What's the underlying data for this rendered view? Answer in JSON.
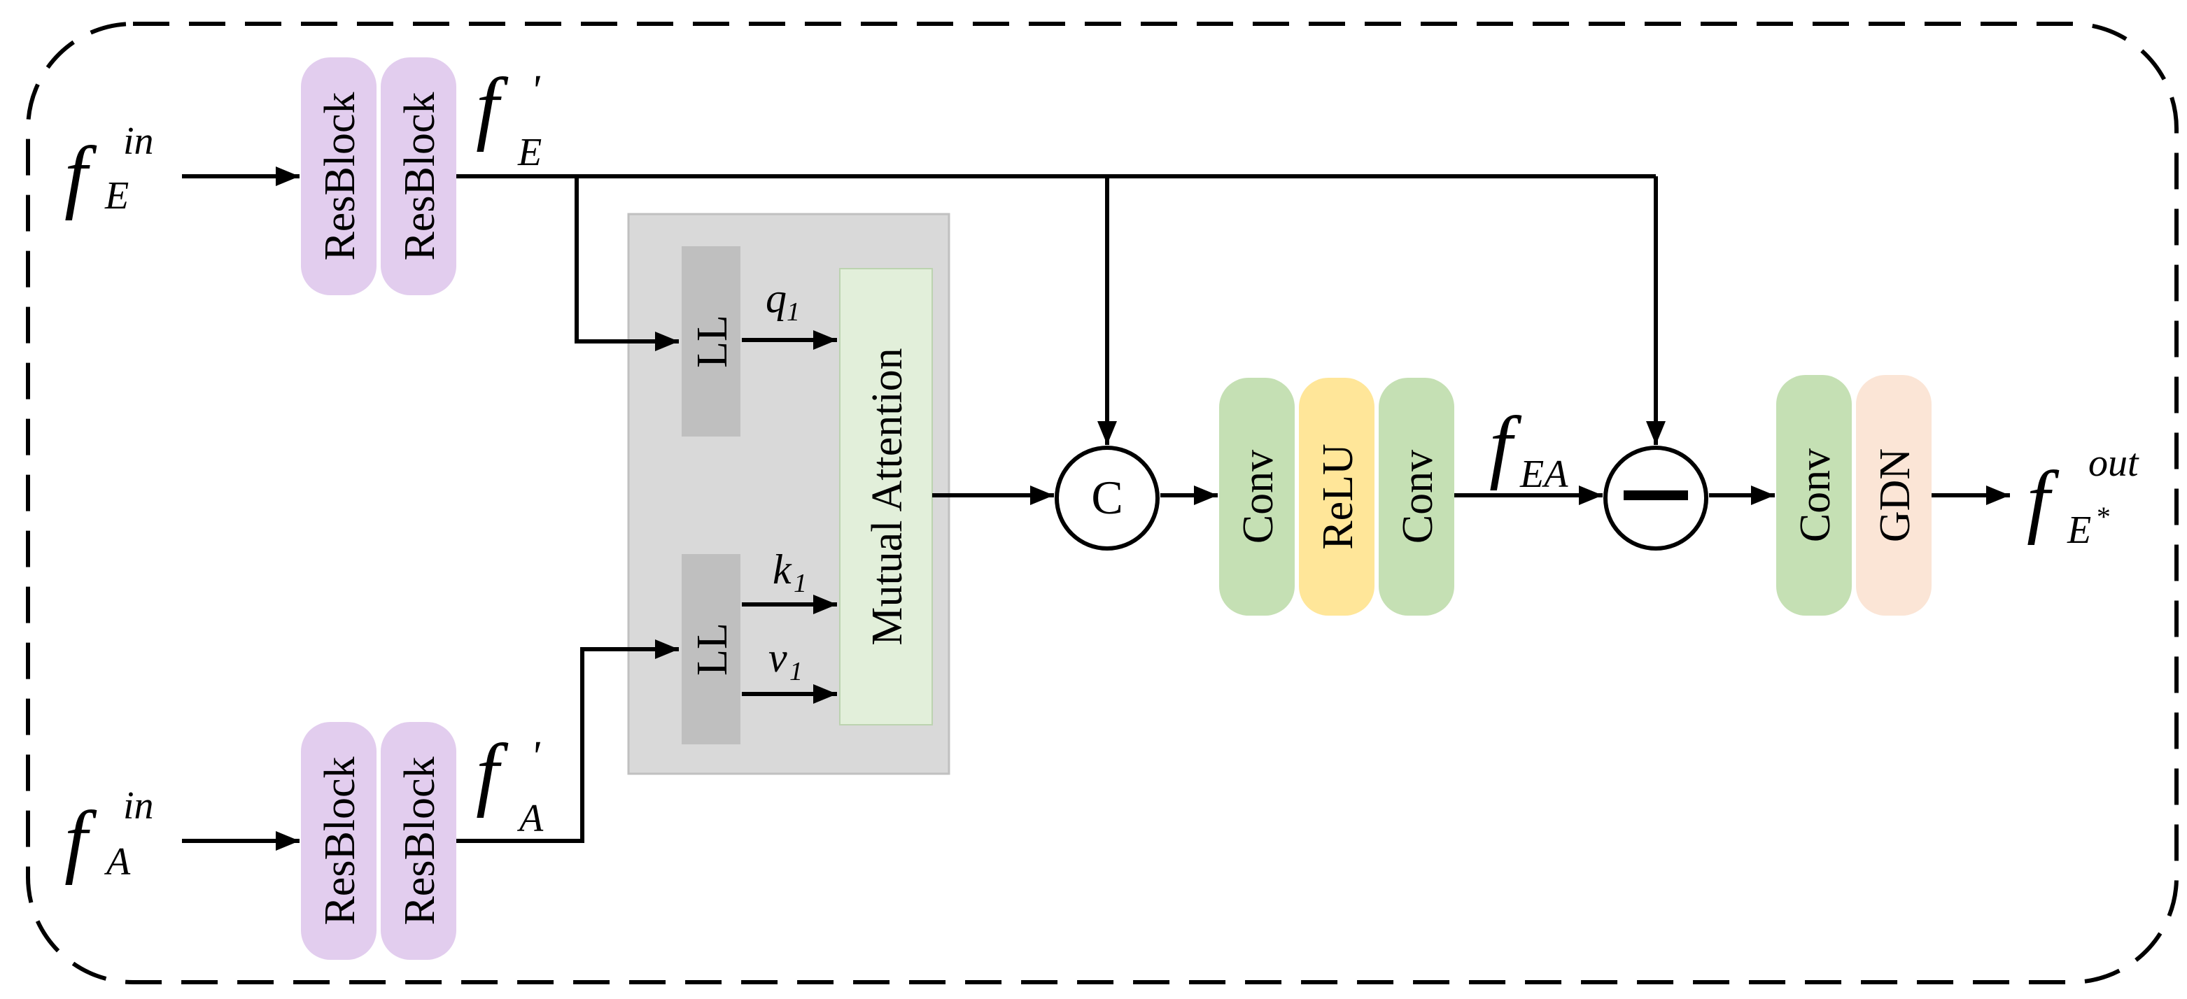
{
  "blocks": {
    "resblock": "ResBlock",
    "ll": "LL",
    "mutual_attention": "Mutual Attention",
    "conv": "Conv",
    "relu": "ReLU",
    "gdn": "GDN",
    "concat": "C"
  },
  "vars": {
    "f": "f",
    "in": "in",
    "out": "out",
    "prime": "'",
    "E": "E",
    "A": "A",
    "EA": "EA",
    "Estar": "E",
    "star": "*",
    "q": "q",
    "k": "k",
    "v": "v",
    "one": "1"
  },
  "colors": {
    "resblock": "#e2cdee",
    "ll": "#bfbfbf",
    "attention_panel": "#d9d9d9",
    "attention_block": "#e2efda",
    "conv": "#c5e0b4",
    "relu": "#ffe699",
    "gdn": "#fbe5d6",
    "line": "#000000"
  }
}
